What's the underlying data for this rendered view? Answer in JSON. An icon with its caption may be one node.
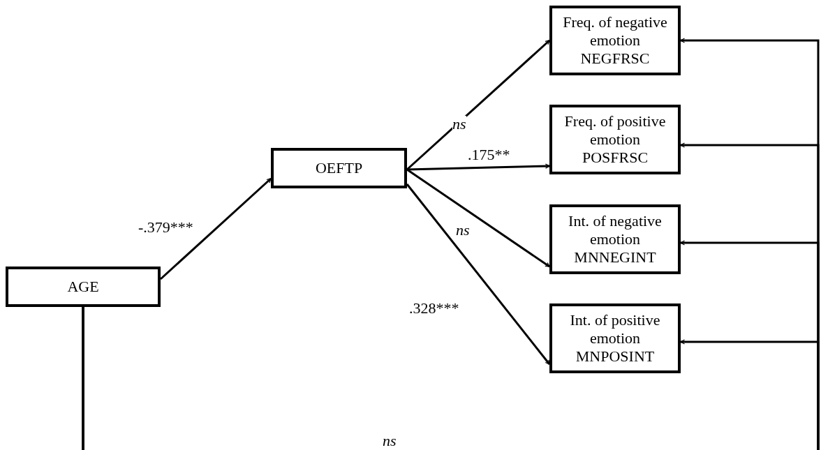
{
  "diagram": {
    "nodes": [
      {
        "text": [
          "AGE"
        ]
      },
      {
        "text": [
          "OEFTP"
        ]
      },
      {
        "text": [
          "Freq. of negative emotion",
          "NEGFRSC"
        ]
      },
      {
        "text": [
          "Freq. of positive emotion",
          "POSFRSC"
        ]
      },
      {
        "text": [
          "Int. of negative emotion",
          "MNNEGINT"
        ]
      },
      {
        "text": [
          "Int. of positive emotion",
          "MNPOSINT"
        ]
      }
    ],
    "edges": [
      {
        "from": 0,
        "to": 1,
        "arrow": "to",
        "label": "-.379***"
      },
      {
        "from": 1,
        "to": 2,
        "arrow": "to",
        "label": "*ns*"
      },
      {
        "from": 1,
        "to": 3,
        "arrow": "to",
        "label": ".175**"
      },
      {
        "from": 1,
        "to": 4,
        "arrow": "to",
        "label": "*ns*"
      },
      {
        "from": 1,
        "to": 5,
        "arrow": "to",
        "label": ".328***"
      },
      {
        "from": 0,
        "to": 2,
        "arrow": "to",
        "label": "*ns*"
      },
      {
        "from": 0,
        "to": 3,
        "arrow": "to"
      },
      {
        "from": 0,
        "to": 4,
        "arrow": "to"
      },
      {
        "from": 0,
        "to": 5,
        "arrow": "to"
      }
    ]
  }
}
